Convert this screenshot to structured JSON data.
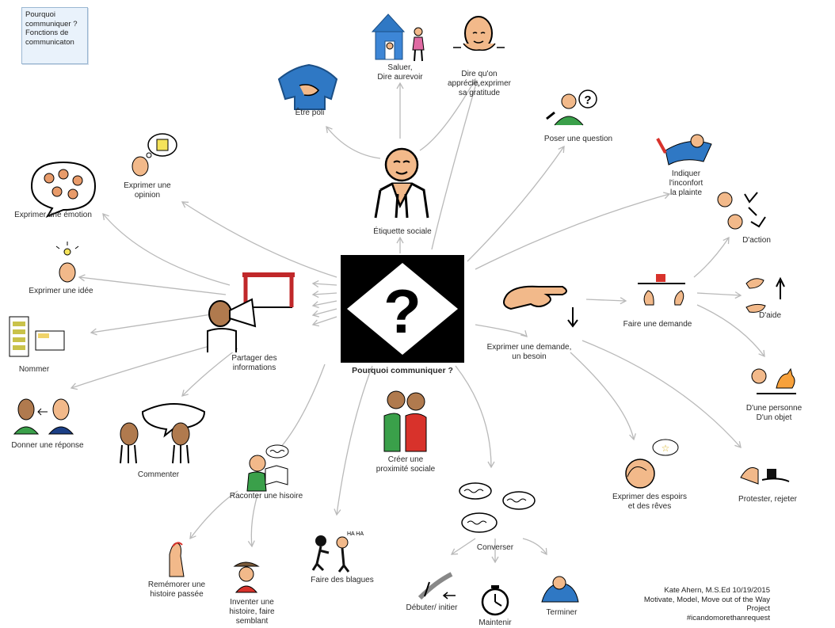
{
  "note": "Pourquoi\ncommuniquer ?\nFonctions de\ncommunicaton",
  "center": {
    "label": "Pourquoi communiquer ?",
    "symbol": "?"
  },
  "nodes": {
    "etiquette": "Étiquette sociale",
    "etre_poli": "Être poli",
    "saluer": "Saluer,\nDire aurevoir",
    "gratitude": "Dire qu'on\napprécie,exprimer\nsa gratitude",
    "question": "Poser une question",
    "inconfort": "Indiquer\nl'inconfort\nla plainte",
    "action": "D'action",
    "aide": "D'aide",
    "demande": "Faire une demande",
    "exprimer_demande": "Exprimer une demande,\nun besoin",
    "personne": "D'une personne\nD'un objet",
    "protester": "Protester, rejeter",
    "espoirs": "Exprimer des espoirs\net des rêves",
    "proximite": "Créer une\nproximité sociale",
    "converser": "Converser",
    "terminer": "Terminer",
    "maintenir": "Maintenir",
    "debuter": "Débuter/ initier",
    "blagues": "Faire des blagues",
    "raconter": "Raconter une hisoire",
    "rememorer": "Remémorer une\nhistoire passée",
    "inventer": "Inventer une\nhistoire, faire\nsemblant",
    "commenter": "Commenter",
    "partager": "Partager des\ninformations",
    "reponse": "Donner une réponse",
    "nommer": "Nommer",
    "idee": "Exprimer une idée",
    "emotion": "Exprimer une émotion",
    "opinion": "Exprimer une\nopinion"
  },
  "credit": "Kate Ahern, M.S.Ed 10/19/2015\nMotivate, Model, Move out of the Way\nProject\n#icandomorethanrequest",
  "colors": {
    "skin": "#f2b98a",
    "dark_skin": "#b07a4e",
    "blue": "#2f78c4",
    "green": "#3aa04a",
    "red": "#d8322b",
    "arrow": "#b9b9b9"
  }
}
